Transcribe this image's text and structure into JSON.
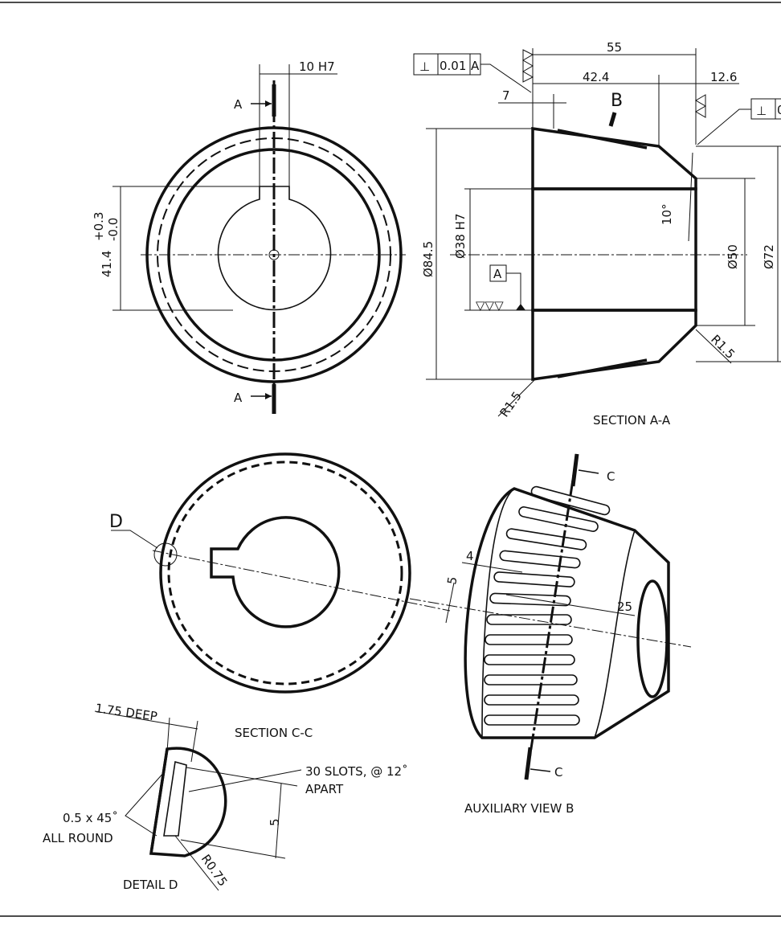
{
  "front_view": {
    "section_mark_top": "A",
    "section_mark_bottom": "A",
    "keyway_width": "10 H7",
    "keyway_depth": "41.4",
    "keyway_tol_upper": "+0.3",
    "keyway_tol_lower": "-0.0"
  },
  "section_aa": {
    "title": "SECTION A-A",
    "overall_length": "55",
    "length_42": "42.4",
    "length_12": "12.6",
    "dim_7": "7",
    "view_arrow": "B",
    "tolerance_left": {
      "symbol": "⊥",
      "value": "0.01",
      "datum": "A"
    },
    "tolerance_right": {
      "symbol": "⊥",
      "value": "0"
    },
    "outer_dia": "Ø84.5",
    "bore_dia": "Ø38 H7",
    "dia_50": "Ø50",
    "dia_72": "Ø72",
    "angle": "10°",
    "radius_left": "R1.5",
    "radius_right": "R1.5",
    "datum_label": "A",
    "surface_finish": "▽▽▽"
  },
  "section_cc": {
    "title": "SECTION C-C",
    "detail_mark": "D"
  },
  "auxiliary_view": {
    "title": "AUXILIARY VIEW  B",
    "section_mark_top": "C",
    "section_mark_bottom": "C",
    "dim_4": "4",
    "dim_5": "5",
    "dim_25": "25"
  },
  "detail_d": {
    "title": "DETAIL D",
    "depth": "1.75 DEEP",
    "slots_line1": "30 SLOTS, @ 12˚",
    "slots_line2": "APART",
    "chamfer_line1": "0.5 x 45˚",
    "chamfer_line2": "ALL ROUND",
    "dim_5": "5",
    "radius": "R0.75"
  }
}
